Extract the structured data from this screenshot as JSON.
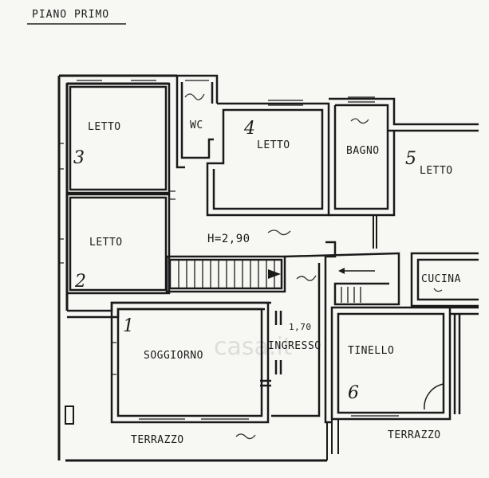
{
  "title": "PIANO PRIMO",
  "watermark": "casa.it",
  "rooms": [
    {
      "id": "letto-3",
      "label": "LETTO",
      "number": "3"
    },
    {
      "id": "letto-2",
      "label": "LETTO",
      "number": "2"
    },
    {
      "id": "wc",
      "label": "WC",
      "number": ""
    },
    {
      "id": "letto-4",
      "label": "LETTO",
      "number": "4"
    },
    {
      "id": "bagno",
      "label": "BAGNO",
      "number": ""
    },
    {
      "id": "letto-5",
      "label": "LETTO",
      "number": "5"
    },
    {
      "id": "cucina",
      "label": "CUCINA",
      "number": ""
    },
    {
      "id": "soggiorno",
      "label": "SOGGIORNO",
      "number": "1"
    },
    {
      "id": "ingresso",
      "label": "INGRESSO",
      "number": ""
    },
    {
      "id": "tinello",
      "label": "TINELLO",
      "number": "6"
    },
    {
      "id": "terrazzo-left",
      "label": "TERRAZZO",
      "number": ""
    },
    {
      "id": "terrazzo-right",
      "label": "TERRAZZO",
      "number": ""
    }
  ],
  "height_note": "H=2,90",
  "height_note_2": "1,70"
}
